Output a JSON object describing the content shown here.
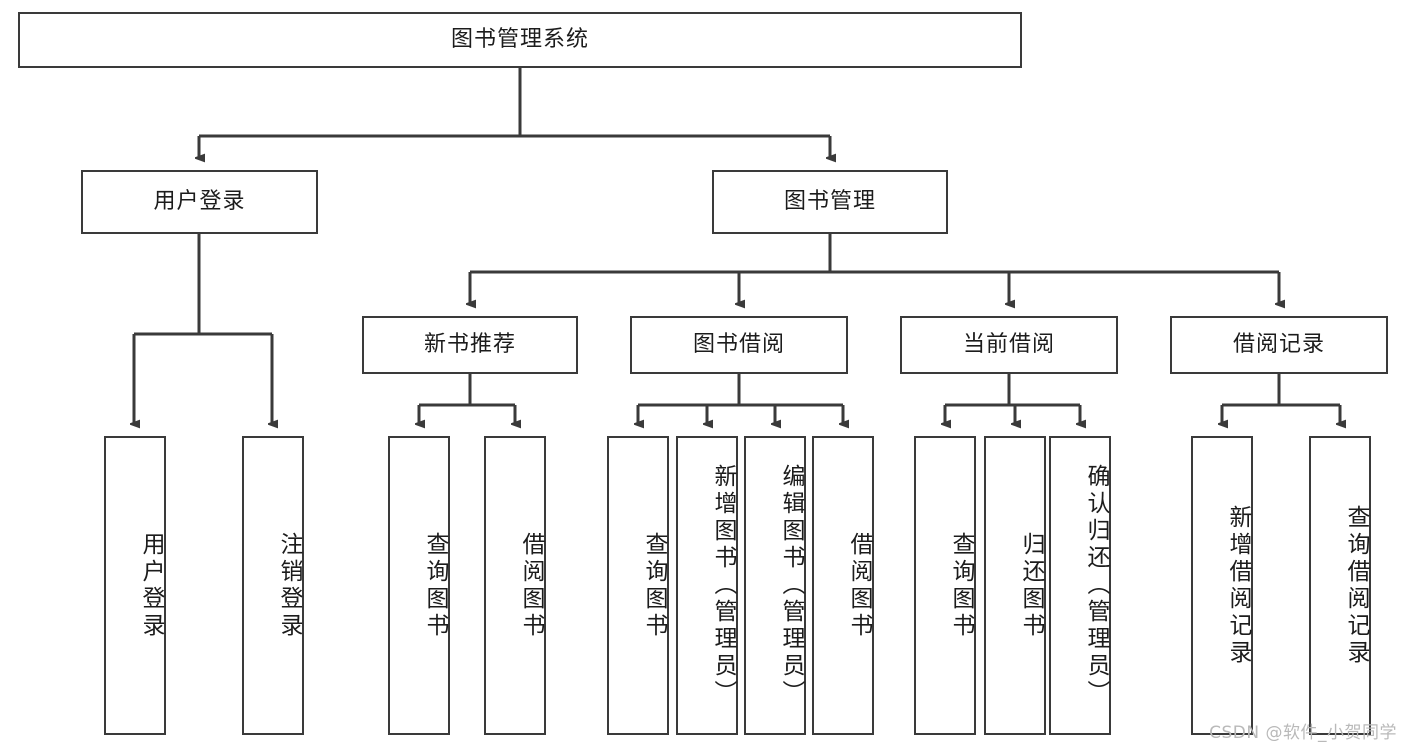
{
  "diagram": {
    "title": "图书管理系统",
    "type": "hierarchy-tree",
    "root": {
      "id": "root",
      "label": "图书管理系统"
    },
    "level2": [
      {
        "id": "user-login",
        "label": "用户登录"
      },
      {
        "id": "book-manage",
        "label": "图书管理"
      }
    ],
    "level3": [
      {
        "id": "new-book-recommend",
        "label": "新书推荐"
      },
      {
        "id": "book-borrow",
        "label": "图书借阅"
      },
      {
        "id": "current-borrow",
        "label": "当前借阅"
      },
      {
        "id": "borrow-record",
        "label": "借阅记录"
      }
    ],
    "leaves": {
      "user_login": [
        {
          "id": "leaf-user-login",
          "label": "用户登录"
        },
        {
          "id": "leaf-logout",
          "label": "注销登录"
        }
      ],
      "new_book_recommend": [
        {
          "id": "leaf-query-book-1",
          "label": "查询图书"
        },
        {
          "id": "leaf-borrow-book-1",
          "label": "借阅图书"
        }
      ],
      "book_borrow": [
        {
          "id": "leaf-query-book-2",
          "label": "查询图书"
        },
        {
          "id": "leaf-add-book",
          "label": "新增图书（管理员）"
        },
        {
          "id": "leaf-edit-book",
          "label": "编辑图书（管理员）"
        },
        {
          "id": "leaf-borrow-book-2",
          "label": "借阅图书"
        }
      ],
      "current_borrow": [
        {
          "id": "leaf-query-book-3",
          "label": "查询图书"
        },
        {
          "id": "leaf-return-book",
          "label": "归还图书"
        },
        {
          "id": "leaf-confirm-return",
          "label": "确认归还（管理员）"
        }
      ],
      "borrow_record": [
        {
          "id": "leaf-add-record",
          "label": "新增借阅记录"
        },
        {
          "id": "leaf-query-record",
          "label": "查询借阅记录"
        }
      ]
    }
  },
  "watermark": {
    "text": "CSDN @软件_小贺同学"
  },
  "colors": {
    "border": "#3a3a3a",
    "text": "#1c1c1c",
    "background": "#ffffff",
    "wire": "#3a3a3a",
    "watermark": "#b9b9b9"
  }
}
